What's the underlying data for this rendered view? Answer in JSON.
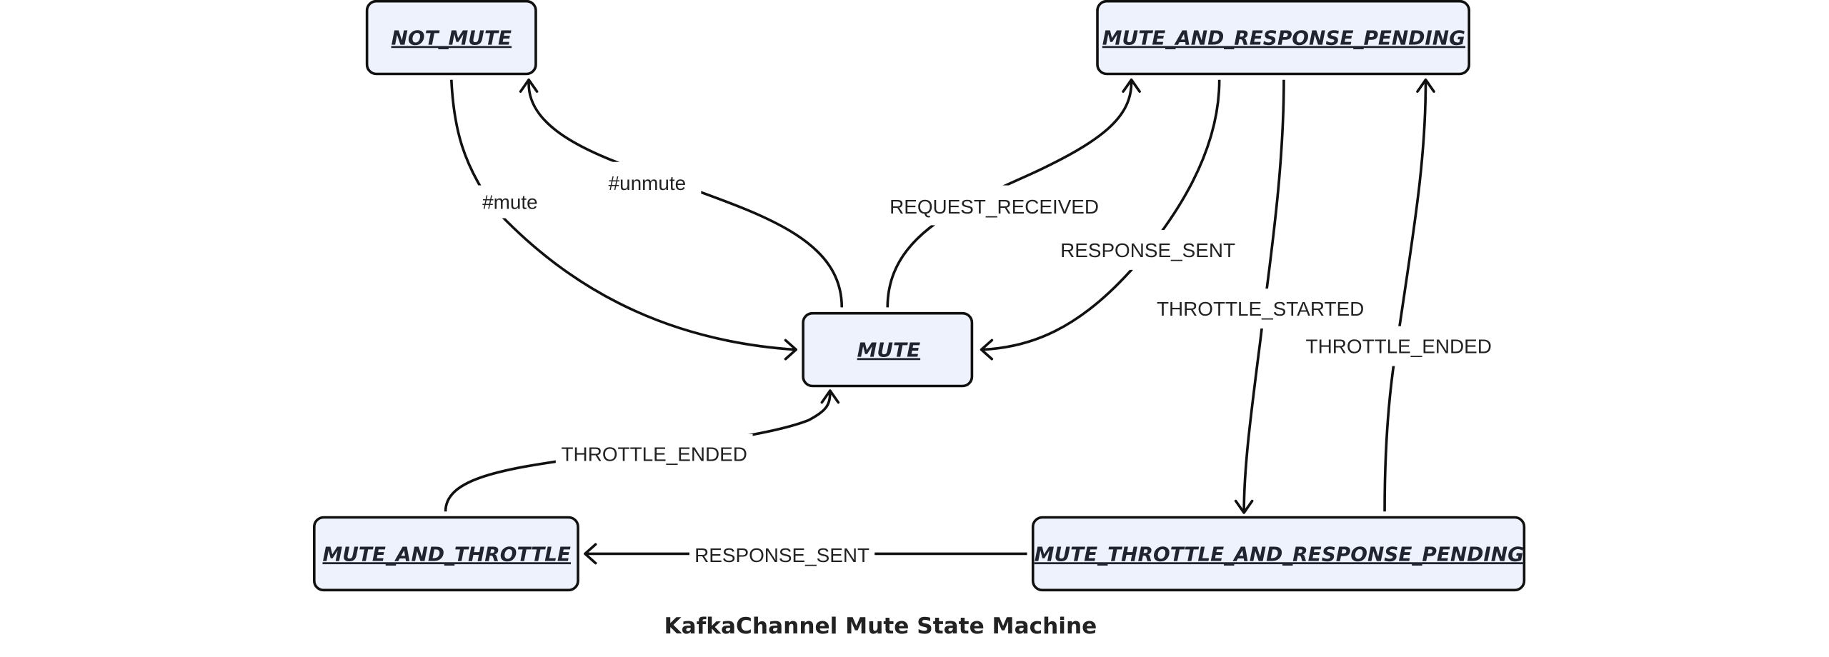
{
  "diagram": {
    "title": "KafkaChannel Mute State Machine",
    "states": {
      "not_mute": "NOT_MUTE",
      "mute_and_response_pending": "MUTE_AND_RESPONSE_PENDING",
      "mute": "MUTE",
      "mute_and_throttle": "MUTE_AND_THROTTLE",
      "mute_throttle_and_response_pending": "MUTE_THROTTLE_AND_RESPONSE_PENDING"
    },
    "transitions": [
      {
        "id": "mute",
        "from": "NOT_MUTE",
        "to": "MUTE",
        "label": "#mute"
      },
      {
        "id": "unmute",
        "from": "MUTE",
        "to": "NOT_MUTE",
        "label": "#unmute"
      },
      {
        "id": "request_received",
        "from": "MUTE",
        "to": "MUTE_AND_RESPONSE_PENDING",
        "label": "REQUEST_RECEIVED"
      },
      {
        "id": "response_sent_1",
        "from": "MUTE_AND_RESPONSE_PENDING",
        "to": "MUTE",
        "label": "RESPONSE_SENT"
      },
      {
        "id": "throttle_started",
        "from": "MUTE_AND_RESPONSE_PENDING",
        "to": "MUTE_THROTTLE_AND_RESPONSE_PENDING",
        "label": "THROTTLE_STARTED"
      },
      {
        "id": "throttle_ended_1",
        "from": "MUTE_THROTTLE_AND_RESPONSE_PENDING",
        "to": "MUTE_AND_RESPONSE_PENDING",
        "label": "THROTTLE_ENDED"
      },
      {
        "id": "throttle_ended_2",
        "from": "MUTE_AND_THROTTLE",
        "to": "MUTE",
        "label": "THROTTLE_ENDED"
      },
      {
        "id": "response_sent_2",
        "from": "MUTE_THROTTLE_AND_RESPONSE_PENDING",
        "to": "MUTE_AND_THROTTLE",
        "label": "RESPONSE_SENT"
      }
    ]
  }
}
